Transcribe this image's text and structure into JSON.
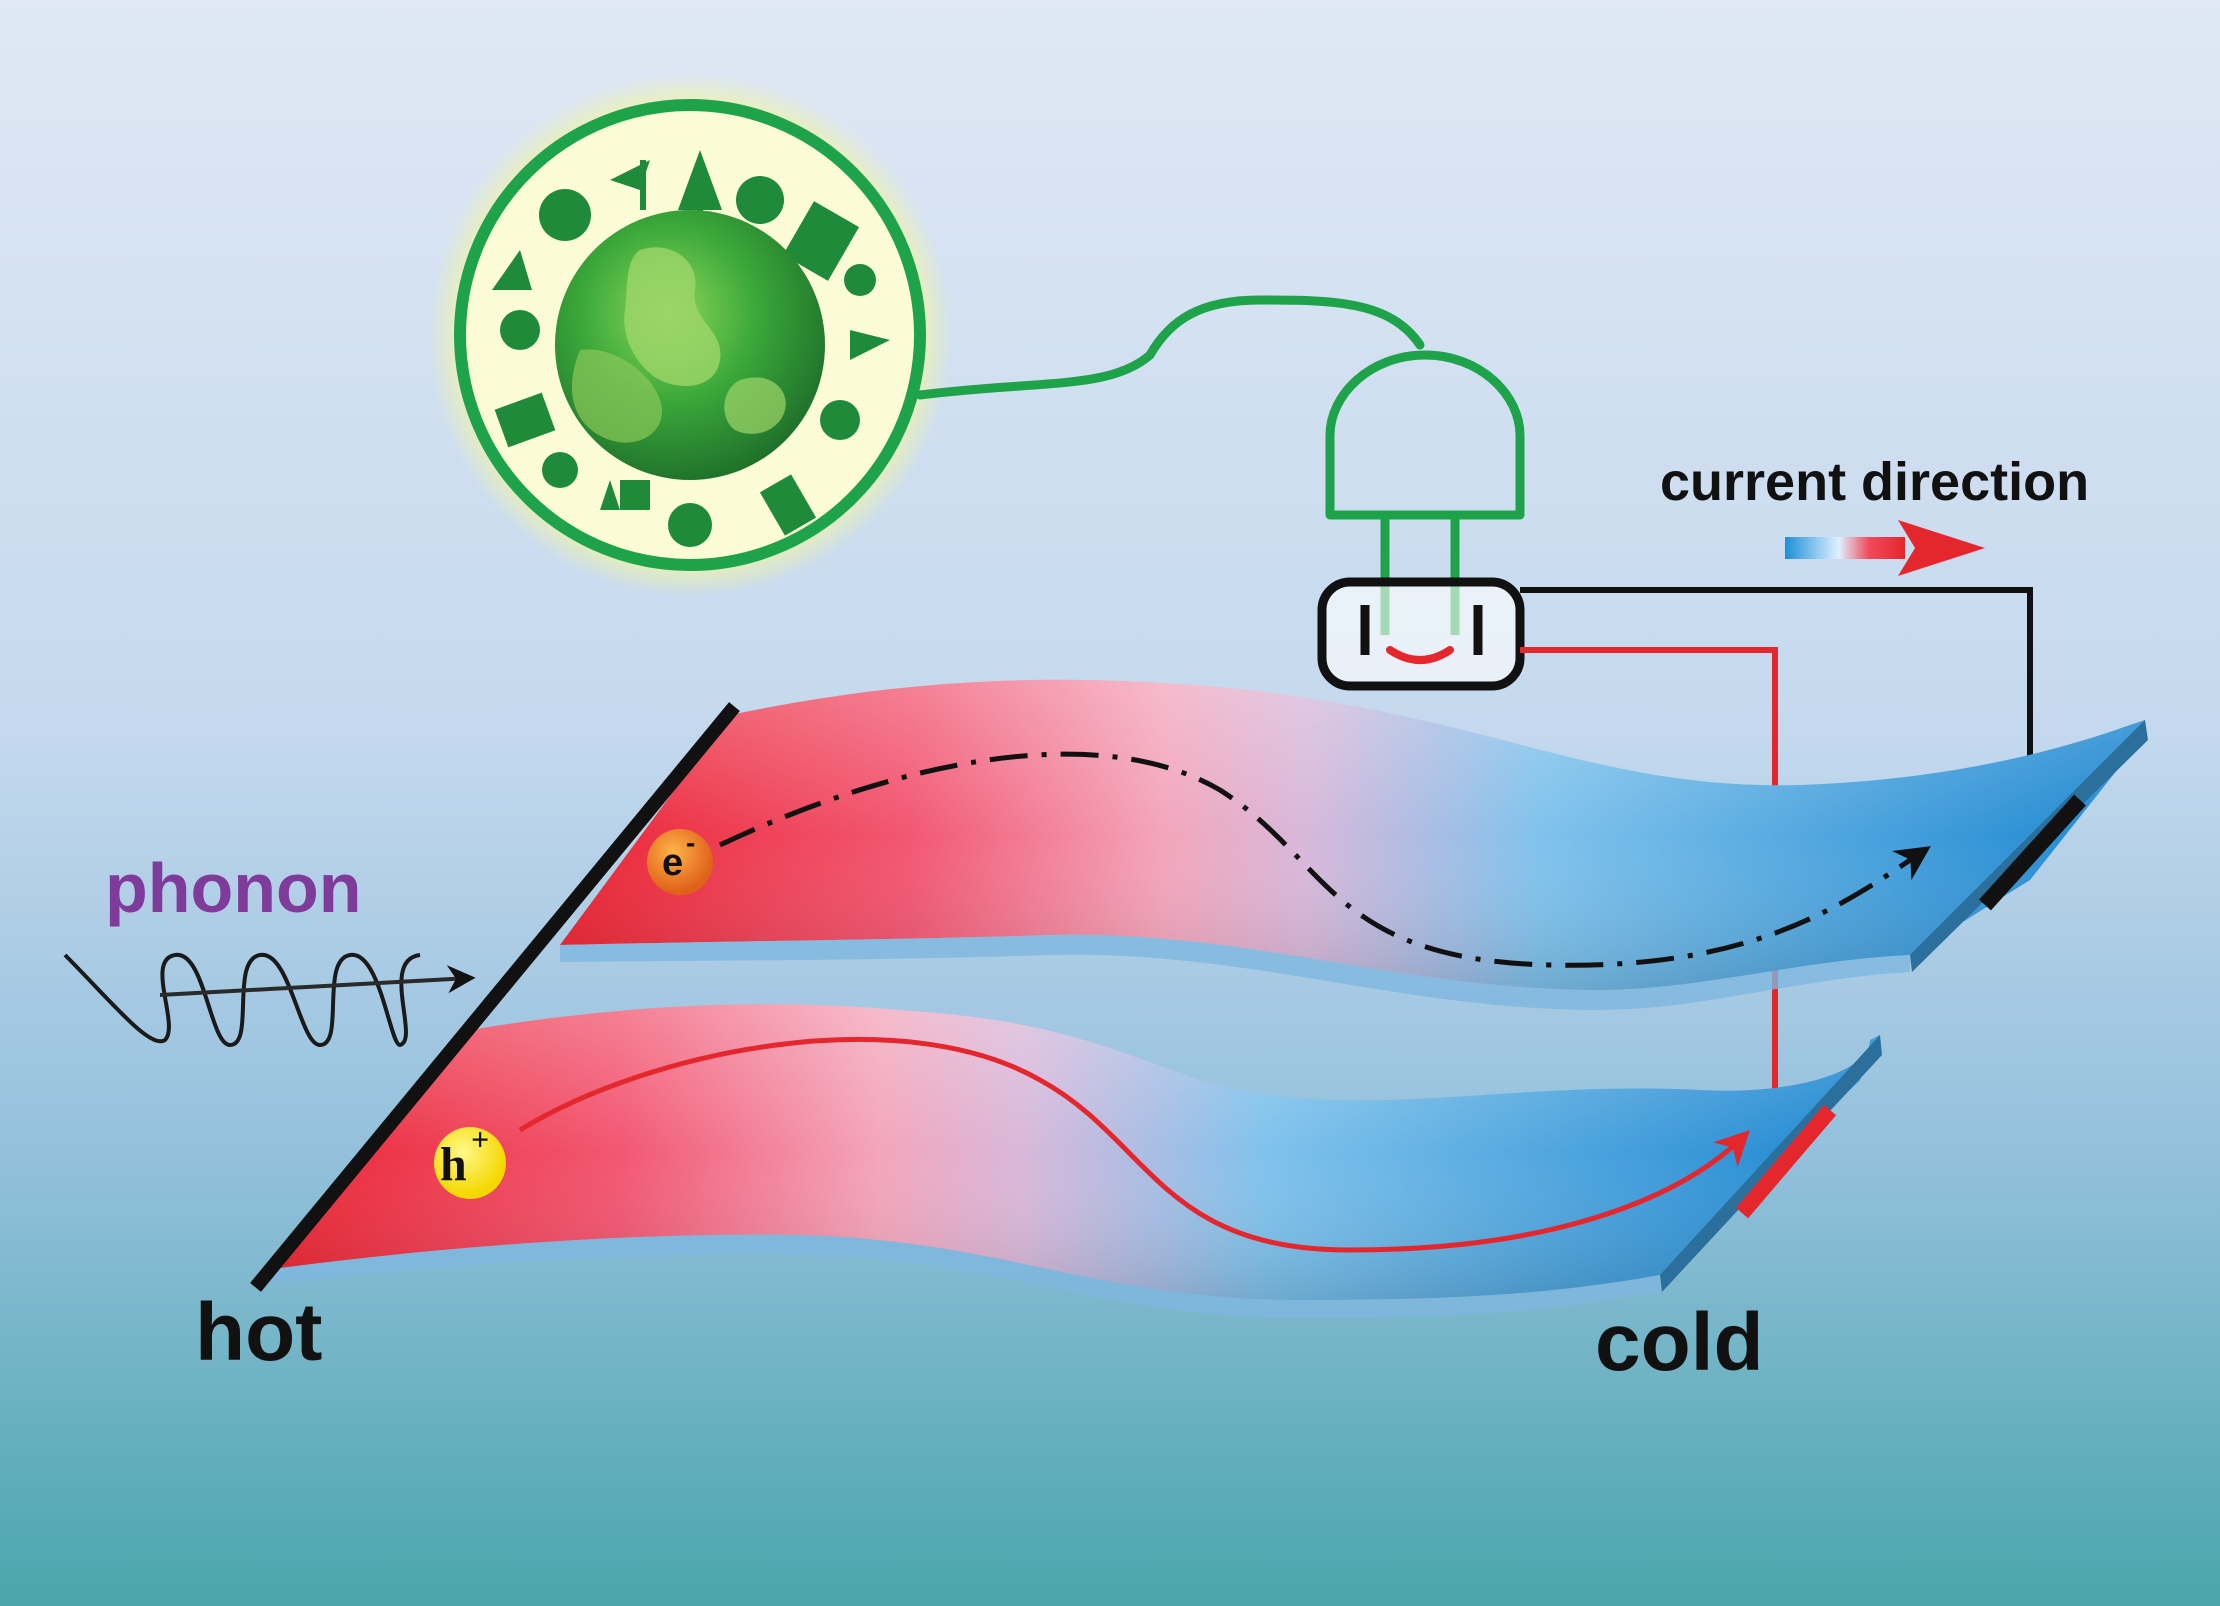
{
  "labels": {
    "current_direction": "current direction",
    "phonon": "phonon",
    "hot": "hot",
    "cold": "cold",
    "electron_symbol": "e",
    "electron_sup": "-",
    "hole_symbol": "h",
    "hole_sup": "+"
  },
  "colors": {
    "background_top": "#dfe8f4",
    "background_mid": "#a9c9e6",
    "background_bottom": "#4fa9ae",
    "hot": "#ec2f3c",
    "cold": "#1b8bd3",
    "mid": "#d6b4d6",
    "phonon_text": "#7e3b9a",
    "green": "#1ea34a",
    "glow": "#f5f7a0",
    "electron": "#f07a1e",
    "hole": "#ffe600",
    "wire_black": "#111111",
    "wire_red": "#e4262d"
  },
  "icons": {
    "earth": "green-earth-icon",
    "plug": "plug-icon",
    "socket": "smiling-socket-icon",
    "arrow": "current-direction-arrow-icon"
  }
}
